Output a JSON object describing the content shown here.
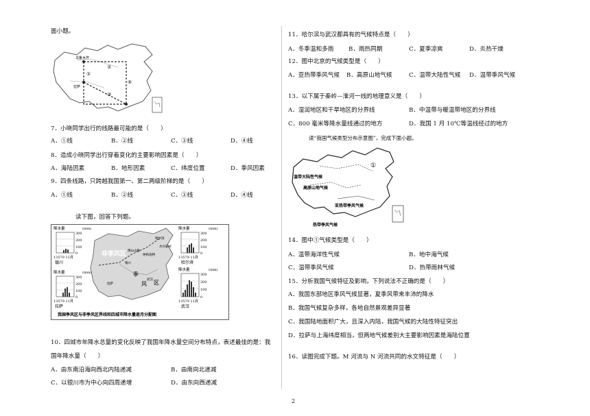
{
  "left": {
    "intro_tail": "面小题。",
    "map1_labels": {
      "urumqi": "乌鲁木齐",
      "lhasa": "拉萨",
      "c1": "①",
      "c2": "②",
      "c3": "③",
      "c4": "④"
    },
    "q7": {
      "text": "7．小晓同学出行的线路最可能的是（　　）",
      "a": "A．①线",
      "b": "B．②线",
      "c": "C．③线",
      "d": "D．④线"
    },
    "q8": {
      "text": "8．造成小晓同学出行穿着变化的主要影响因素是（　　）",
      "a": "A．海陆因素",
      "b": "B．地形因素",
      "c": "C．纬度位置",
      "d": "D．季风因素"
    },
    "q9": {
      "text": "9．四条线路，只跨越我国第一、第二两级阶梯的是（　　）",
      "a": "A．①线",
      "b": "B．②线",
      "c": "C．③线",
      "d": "D．④线"
    },
    "read_prompt": "读下图，回答下列题。",
    "map2": {
      "caption": "我国季风区与非季风区界线和四城市降水量逐月分配图",
      "zone1": "非季风区",
      "zone2": "季",
      "zone3": "风",
      "zone4": "区",
      "y_unit": "降水量",
      "unit": "(mm)",
      "ticks": [
        "300",
        "200",
        "100",
        "0"
      ],
      "months": "13579 11月",
      "cities": [
        "银川",
        "哈尔滨",
        "拉萨",
        "武汉"
      ],
      "inner_labels": [
        "哈尔滨",
        "呼和浩特",
        "阴山山脉",
        "大兴安岭",
        "银川",
        "拉萨",
        "武汉"
      ]
    },
    "q10": {
      "text1": "10．四城市年降水总量的变化反映了我国年降水量空间分布特点，表述最佳的是：我",
      "text2": "国年降水量（　　）",
      "a": "A．由东南沿海向西北内陆递减",
      "b": "B．由南向北递减",
      "c": "C．以银川市为中心向四周递增",
      "d": "D．由东向西递减"
    }
  },
  "right": {
    "q11": {
      "text": "11．哈尔滨与武汉都具有的气候特点是（　　）",
      "a": "A．冬季温和多雨",
      "b": "B．雨热同期",
      "c": "C．夏季凉爽",
      "d": "D．炎热干燥"
    },
    "q12": {
      "text": "12．图中北京的气候类型是（　　）",
      "a": "A．亚热带季风气候",
      "b": "B．高原山地气候",
      "c": "C．温带大陆性气候",
      "d": "D．温带季风气候"
    },
    "q13": {
      "text": "13．以下属于秦岭—淮河一线的地理意义是（　　）",
      "a": "A．湿润地区和干旱地区的分界线",
      "b": "B．中温带与暖温带地区的分界线",
      "c": "C．800 毫米等降水量线通过的地方",
      "d": "D．我国 1 月 10℃等温线经过的地方"
    },
    "read_prompt": "读“我国气候类型分布示意图”，完成下面小题。",
    "map3": {
      "c1": "①",
      "l1": "温带大陆性气候",
      "l2": "高原山地气候",
      "l3": "亚热带季风气候",
      "l4": "热带季风气候"
    },
    "q14": {
      "text": "14．图中①气候类型是（　　）",
      "a": "A．温带海洋性气候",
      "b": "B．地中海气候",
      "c": "C．温带季风气候",
      "d": "D．热带雨林气候"
    },
    "q15": {
      "text": "15．分析我国气候特征及影响，下列说法不正确的是（　　）",
      "a": "A．我国东部地区季风气候显著，夏季风带来丰沛的降水",
      "b": "B．我国气候复杂多样，各地自然景观差异显著",
      "c": "C．我国陆地面积广大，且深入内陆，我国气候的大陆性特征突出",
      "d": "D．拉萨与上海纬度相当，但两地气候差别大主要影响因素是海陆位置"
    },
    "q16": {
      "text": "16．读图完成下题。M 河流与 N 河流共同的水文特征是（　　）"
    }
  },
  "page_number": "2"
}
